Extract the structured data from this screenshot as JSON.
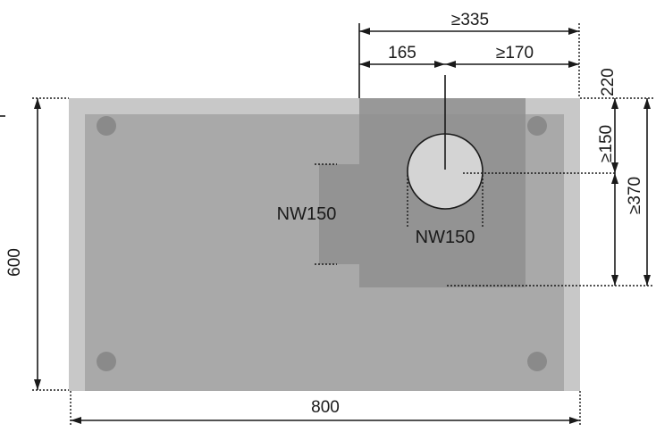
{
  "drawing": {
    "base": {
      "width_label": "800",
      "depth_label": "600"
    },
    "flue_outlet": {
      "nominal_label": "NW150",
      "offset_from_edge_label": "165",
      "min_distance_label": "≥170",
      "min_total_label": "≥335",
      "back_edge_label": "220",
      "min_back_label": "≥150",
      "min_depth_label": "≥370"
    },
    "side_opening": {
      "nominal_label": "NW150"
    },
    "colors": {
      "outer_plate": "#c8c8c8",
      "inner_plate": "#a9a9a9",
      "service_zone": "#8f8f8f",
      "flue_circle": "#d4d4d4",
      "foot": "#8a8a8a",
      "dimension_ink": "#1a1a1a"
    }
  }
}
